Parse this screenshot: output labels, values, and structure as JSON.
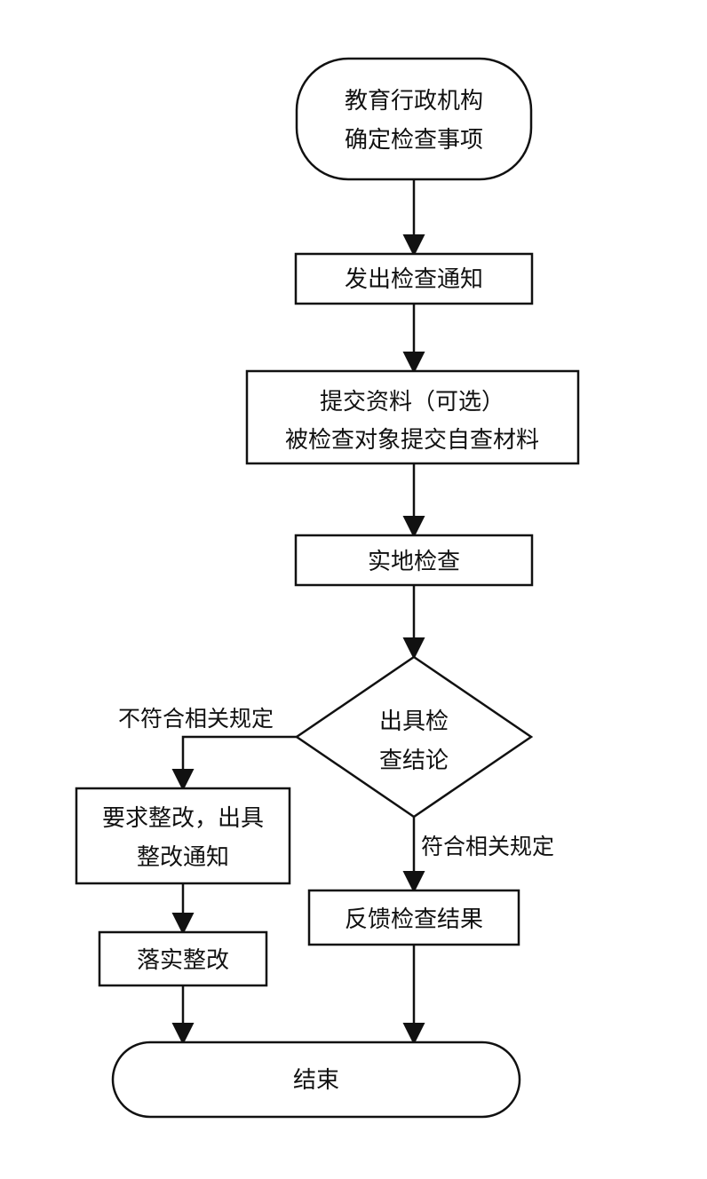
{
  "flowchart": {
    "start": {
      "line1": "教育行政机构",
      "line2": "确定检查事项"
    },
    "notice": {
      "label": "发出检查通知"
    },
    "submit": {
      "line1": "提交资料（可选）",
      "line2": "被检查对象提交自查材料"
    },
    "onsite": {
      "label": "实地检查"
    },
    "decision": {
      "line1": "出具检",
      "line2": "查结论"
    },
    "branch_fail_label": "不符合相关规定",
    "branch_pass_label": "符合相关规定",
    "rectify_notice": {
      "line1": "要求整改，出具",
      "line2": "整改通知"
    },
    "implement": {
      "label": "落实整改"
    },
    "feedback": {
      "label": "反馈检查结果"
    },
    "end": {
      "label": "结束"
    }
  },
  "colors": {
    "stroke": "#111111",
    "background": "#ffffff"
  }
}
